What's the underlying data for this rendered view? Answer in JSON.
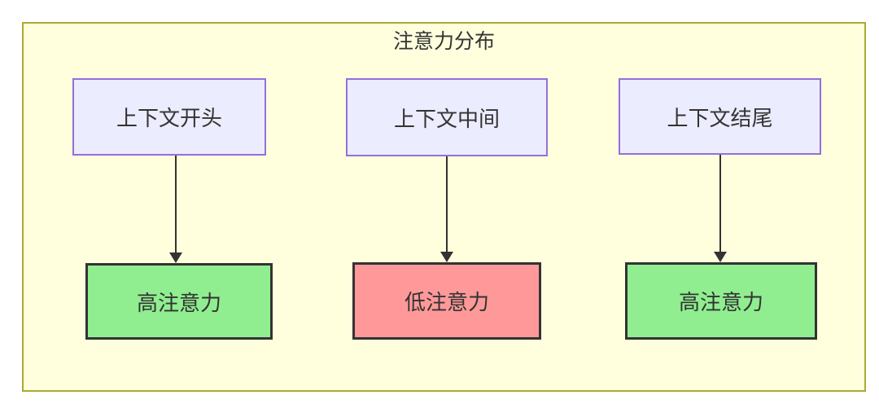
{
  "diagram": {
    "title": "注意力分布",
    "columns": [
      {
        "source": {
          "label": "上下文开头"
        },
        "target": {
          "label": "高注意力",
          "level": "high"
        }
      },
      {
        "source": {
          "label": "上下文中间"
        },
        "target": {
          "label": "低注意力",
          "level": "low"
        }
      },
      {
        "source": {
          "label": "上下文结尾"
        },
        "target": {
          "label": "高注意力",
          "level": "high"
        }
      }
    ],
    "colors": {
      "container_fill": "#FFFFDE",
      "container_border": "#AAAA33",
      "source_fill": "#ECECFF",
      "source_border": "#9370DB",
      "high_fill": "#90EE90",
      "low_fill": "#FF9999",
      "target_border": "#333333",
      "arrow": "#333333",
      "text": "#333333"
    }
  }
}
